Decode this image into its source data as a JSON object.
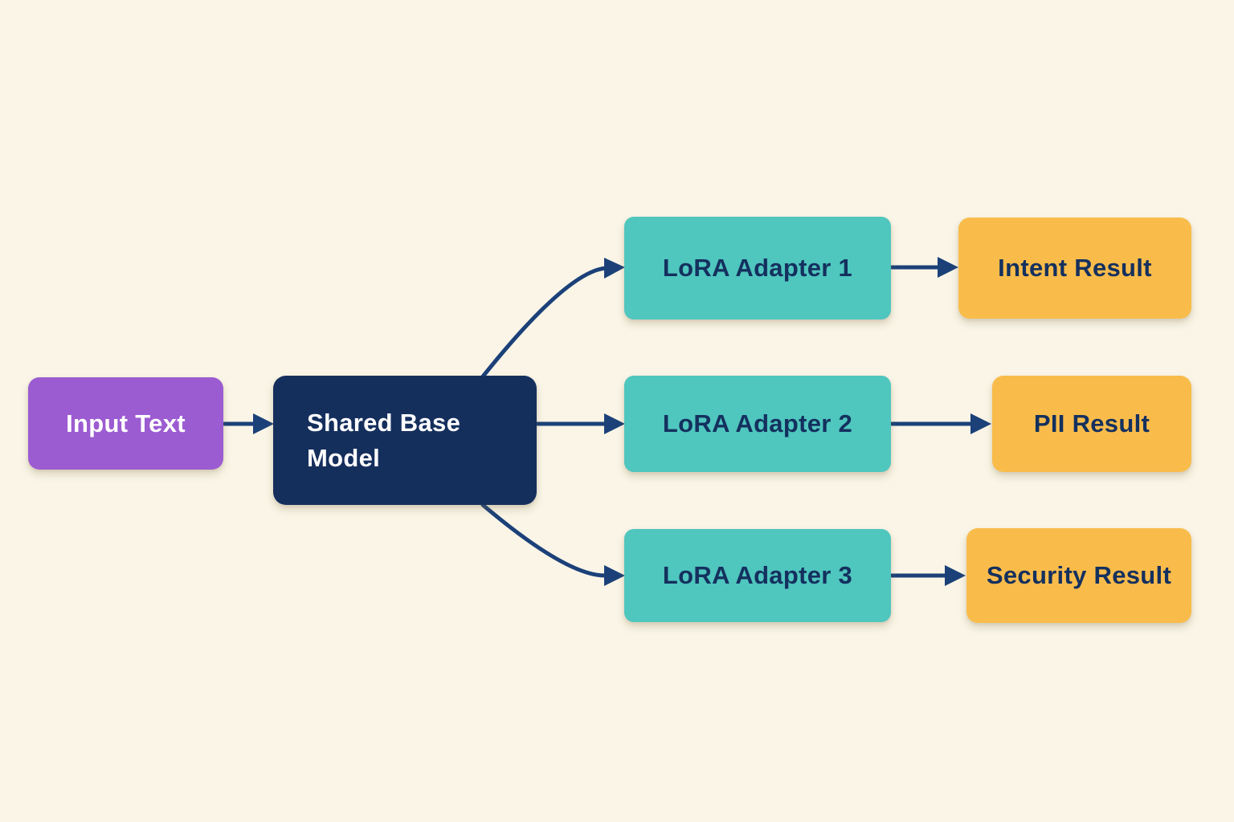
{
  "canvas": {
    "background": "#FAF5E7"
  },
  "nodes": {
    "input_text": {
      "label": "Input Text",
      "fill": "#9C5CD1",
      "text_color": "#FFFFFF"
    },
    "shared_base_model": {
      "label": "Shared Base Model",
      "fill": "#152F5D",
      "text_color": "#FFFFFF"
    },
    "lora_adapter_1": {
      "label": "LoRA Adapter 1",
      "fill": "#4FC6BE",
      "text_color": "#14305E"
    },
    "lora_adapter_2": {
      "label": "LoRA Adapter 2",
      "fill": "#4FC6BE",
      "text_color": "#14305E"
    },
    "lora_adapter_3": {
      "label": "LoRA Adapter 3",
      "fill": "#4FC6BE",
      "text_color": "#14305E"
    },
    "intent_result": {
      "label": "Intent Result",
      "fill": "#F9BC4B",
      "text_color": "#14305E"
    },
    "pii_result": {
      "label": "PII Result",
      "fill": "#F9BC4B",
      "text_color": "#14305E"
    },
    "security_result": {
      "label": "Security Result",
      "fill": "#F9BC4B",
      "text_color": "#14305E"
    }
  },
  "edges": {
    "color": "#1C4179",
    "connections": [
      {
        "from": "input_text",
        "to": "shared_base_model"
      },
      {
        "from": "shared_base_model",
        "to": "lora_adapter_1"
      },
      {
        "from": "shared_base_model",
        "to": "lora_adapter_2"
      },
      {
        "from": "shared_base_model",
        "to": "lora_adapter_3"
      },
      {
        "from": "lora_adapter_1",
        "to": "intent_result"
      },
      {
        "from": "lora_adapter_2",
        "to": "pii_result"
      },
      {
        "from": "lora_adapter_3",
        "to": "security_result"
      }
    ]
  }
}
